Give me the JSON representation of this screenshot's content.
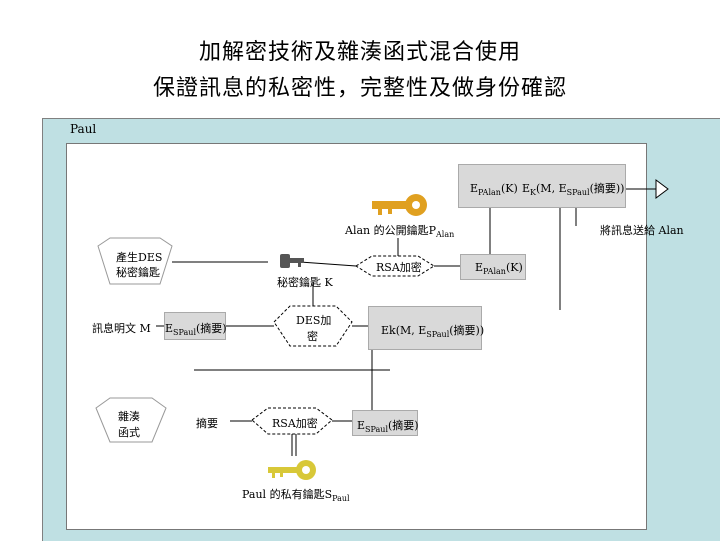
{
  "titles": {
    "line1": "加解密技術及雜湊函式混合使用",
    "line2": "保證訊息的私密性，完整性及做身份確認"
  },
  "frame": {
    "label": "Paul"
  },
  "nodes": {
    "des_key_gen": {
      "line1": "產生DES",
      "line2": "秘密鑰匙"
    },
    "session_key": "秘密鑰匙 K",
    "alan_public_key": {
      "text": "Alan 的公開鑰匙P",
      "sub": "Alan"
    },
    "rsa_encrypt_1": "RSA加密",
    "epalan_k": {
      "text": "E",
      "sub": "PAlan",
      "tail": "(K)"
    },
    "epalan_k_top": {
      "text": "E",
      "sub": "PAlan",
      "tail": "(K)"
    },
    "ek_top": {
      "text": "E",
      "sub": "K",
      "tail": "(M, E",
      "sub2": "SPaul",
      "tail2": "(摘要))"
    },
    "send_label": "將訊息送給 Alan",
    "message": "訊息明文 M",
    "espaul_digest_mid": {
      "text": "E",
      "sub": "SPaul",
      "tail": "(摘要)"
    },
    "des_encrypt": {
      "line1": "DES加",
      "line2": "密"
    },
    "ek_mid": {
      "text": "Ek(M, E",
      "sub": "SPaul",
      "tail": "(摘要))"
    },
    "hash_func": {
      "line1": "雜湊",
      "line2": "函式"
    },
    "digest": "摘要",
    "rsa_encrypt_2": "RSA加密",
    "espaul_digest_bot": {
      "text": "E",
      "sub": "SPaul",
      "tail": "(摘要)"
    },
    "paul_private_key": {
      "text": "Paul 的私有鑰匙S",
      "sub": "Paul"
    }
  },
  "colors": {
    "frame_bg": "#bfe0e3",
    "box_bg": "#d9d9d9",
    "gold_key": "#e0a020",
    "yellow_key": "#d8c838",
    "gray_key": "#555555"
  },
  "icons": [
    "gold-key-icon",
    "gray-key-icon",
    "yellow-key-icon"
  ]
}
